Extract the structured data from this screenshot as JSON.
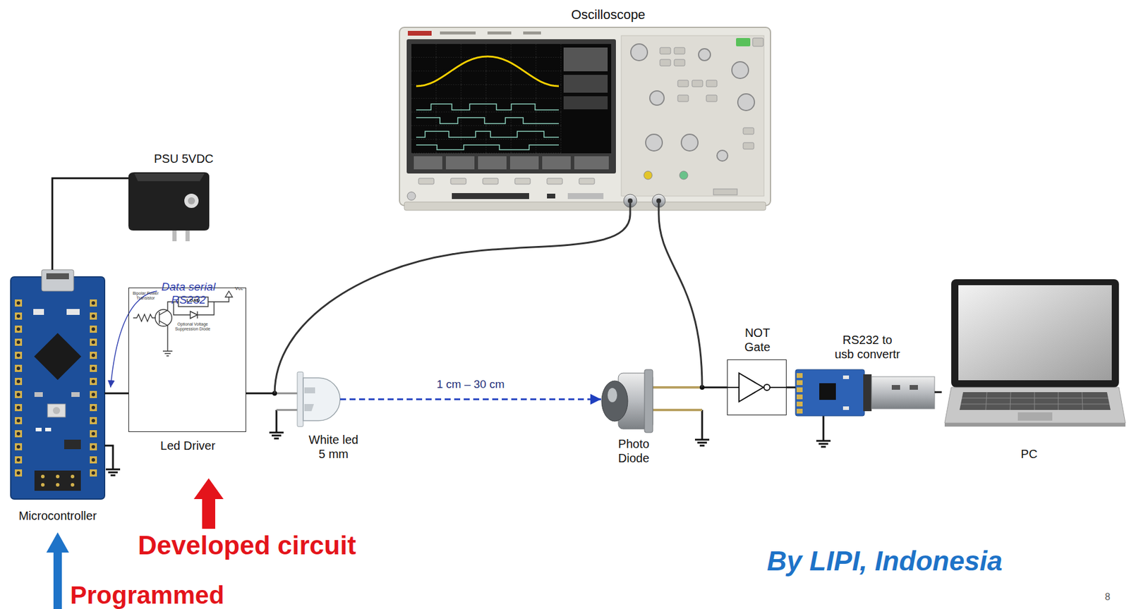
{
  "diagram": {
    "nodes": [
      {
        "text": [
          "Oscilloscope"
        ]
      },
      {
        "text": [
          "PSU 5VDC"
        ]
      },
      {
        "text": [
          "Microcontroller"
        ]
      },
      {
        "text": [
          "Led Driver"
        ]
      },
      {
        "text": [
          "White led 5 mm"
        ]
      },
      {
        "text": [
          "Photo Diode"
        ]
      },
      {
        "text": [
          "NOT Gate"
        ]
      },
      {
        "text": [
          "RS232 to usb convertr"
        ]
      },
      {
        "text": [
          "PC"
        ]
      }
    ],
    "edges": [
      {
        "from": 1,
        "to": 2,
        "arrow": "none"
      },
      {
        "from": 2,
        "to": 3,
        "arrow": "none"
      },
      {
        "from": 3,
        "to": 4,
        "arrow": "none"
      },
      {
        "from": 0,
        "to": 4,
        "arrow": "none"
      },
      {
        "from": 4,
        "to": 5,
        "label": "1 cm – 30 cm",
        "arrow": "to"
      },
      {
        "from": 0,
        "to": 5,
        "arrow": "none"
      },
      {
        "from": 5,
        "to": 6,
        "arrow": "none"
      },
      {
        "from": 6,
        "to": 7,
        "arrow": "none"
      },
      {
        "from": 7,
        "to": 8,
        "arrow": "none"
      }
    ],
    "labels": [
      "Data serial RS232",
      "Bipolar Power Transistor",
      "LOAD",
      "Optional Voltage Suppression Diode",
      "Vcc",
      "Developed circuit",
      "Programmed",
      "By LIPI, Indonesia",
      "8"
    ]
  }
}
